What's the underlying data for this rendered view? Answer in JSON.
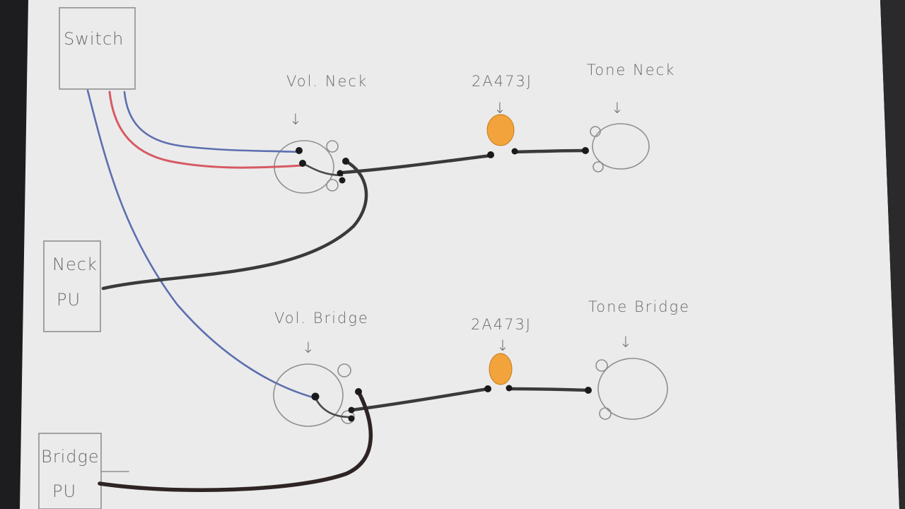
{
  "labels": {
    "switch": "Switch",
    "neck_pu_line1": "Neck",
    "neck_pu_line2": "PU",
    "bridge_pu_line1": "Bridge",
    "bridge_pu_line2": "PU",
    "vol_neck": "Vol. Neck",
    "vol_bridge": "Vol. Bridge",
    "cap_neck": "2A473J",
    "cap_bridge": "2A473J",
    "tone_neck": "Tone Neck",
    "tone_bridge": "Tone Bridge",
    "arrow_glyph": "↓"
  },
  "colors": {
    "paper": "#eeeeef",
    "pencil": "#8f8f8f",
    "wire_black": "#3a3a3a",
    "wire_blue": "#5c6fae",
    "wire_red": "#d65a62",
    "capacitor": "#f2a33c"
  }
}
